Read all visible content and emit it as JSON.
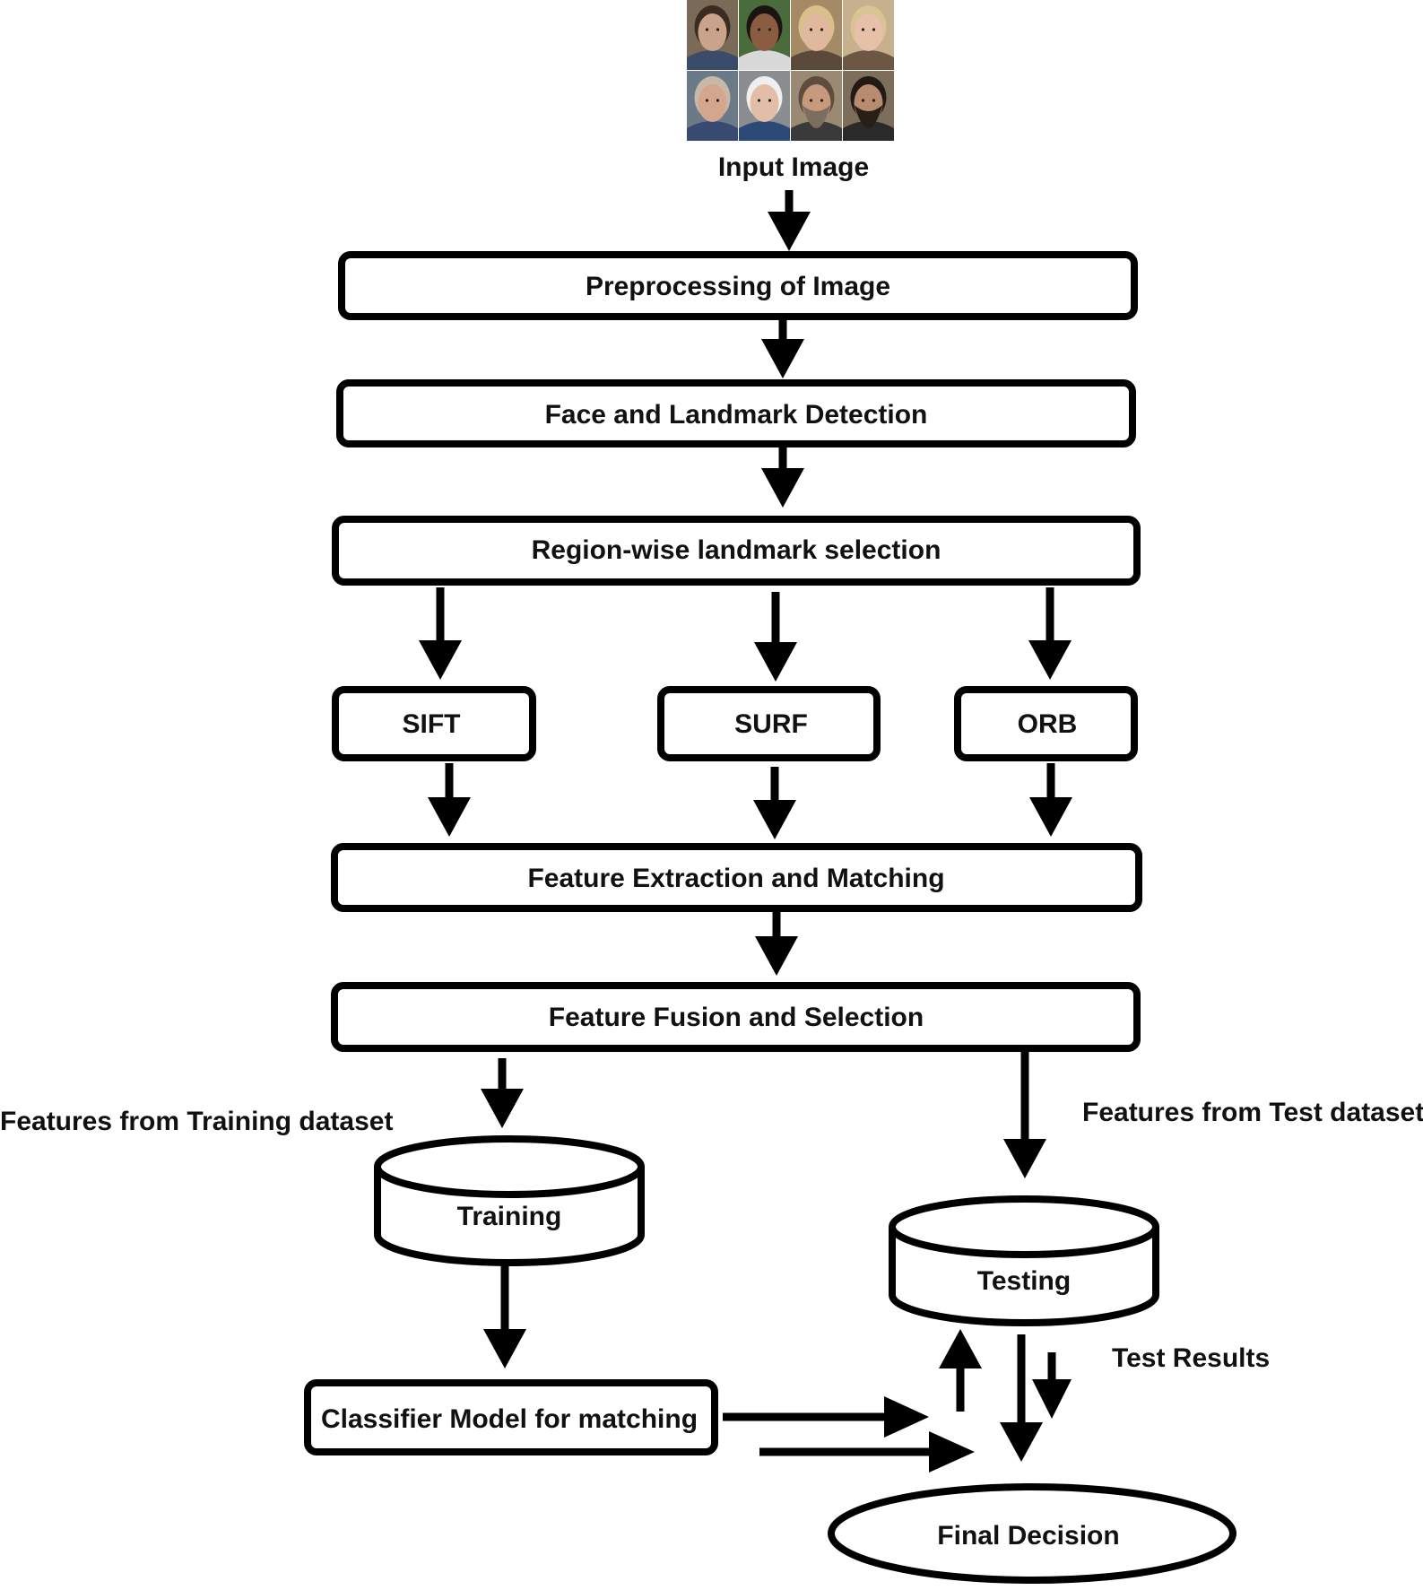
{
  "input": {
    "label": "Input Image",
    "thumbnails": [
      {
        "name": "face-1",
        "bg": "#7a6a58",
        "skin": "#c9a48a",
        "hair": "#3b2c22",
        "shirt": "#3b4c6a",
        "beard": false
      },
      {
        "name": "face-2",
        "bg": "#4a6b3c",
        "skin": "#8a5d43",
        "hair": "#1c1410",
        "shirt": "#d8d8d8",
        "beard": false
      },
      {
        "name": "face-3",
        "bg": "#a58a66",
        "skin": "#e0b89e",
        "hair": "#d9c08a",
        "shirt": "#5b4a3a",
        "beard": false
      },
      {
        "name": "face-4",
        "bg": "#c7b08e",
        "skin": "#e6c0a8",
        "hair": "#d8c394",
        "shirt": "#6d5646",
        "beard": false
      },
      {
        "name": "face-5",
        "bg": "#6a7a88",
        "skin": "#d3a78e",
        "hair": "#c8b8a8",
        "shirt": "#394a72",
        "beard": false
      },
      {
        "name": "face-6",
        "bg": "#8a8e90",
        "skin": "#e2bda8",
        "hair": "#efefef",
        "shirt": "#2c4a78",
        "beard": false
      },
      {
        "name": "face-7",
        "bg": "#9a8a74",
        "skin": "#c79a7e",
        "hair": "#5e4c3e",
        "shirt": "#3a3a3a",
        "beard": true,
        "beard_color": "#7d6d5e"
      },
      {
        "name": "face-8",
        "bg": "#7d6e5c",
        "skin": "#b88c70",
        "hair": "#231a14",
        "shirt": "#2a2a2a",
        "beard": true,
        "beard_color": "#2a1f18"
      }
    ]
  },
  "steps": {
    "preprocessing": "Preprocessing of Image",
    "face_landmark": "Face and Landmark Detection",
    "region_selection": "Region-wise landmark selection",
    "sift": "SIFT",
    "surf": "SURF",
    "orb": "ORB",
    "feature_extraction": "Feature Extraction and Matching",
    "feature_fusion": "Feature Fusion and  Selection",
    "training": "Training",
    "testing": "Testing",
    "classifier": "Classifier Model for matching",
    "final_decision": "Final Decision"
  },
  "annotations": {
    "training_features": "Features from Training dataset",
    "test_features": "Features from Test dataset",
    "test_results": "Test Results"
  },
  "colors": {
    "stroke": "#000000",
    "text": "#111111",
    "background": "#ffffff"
  }
}
